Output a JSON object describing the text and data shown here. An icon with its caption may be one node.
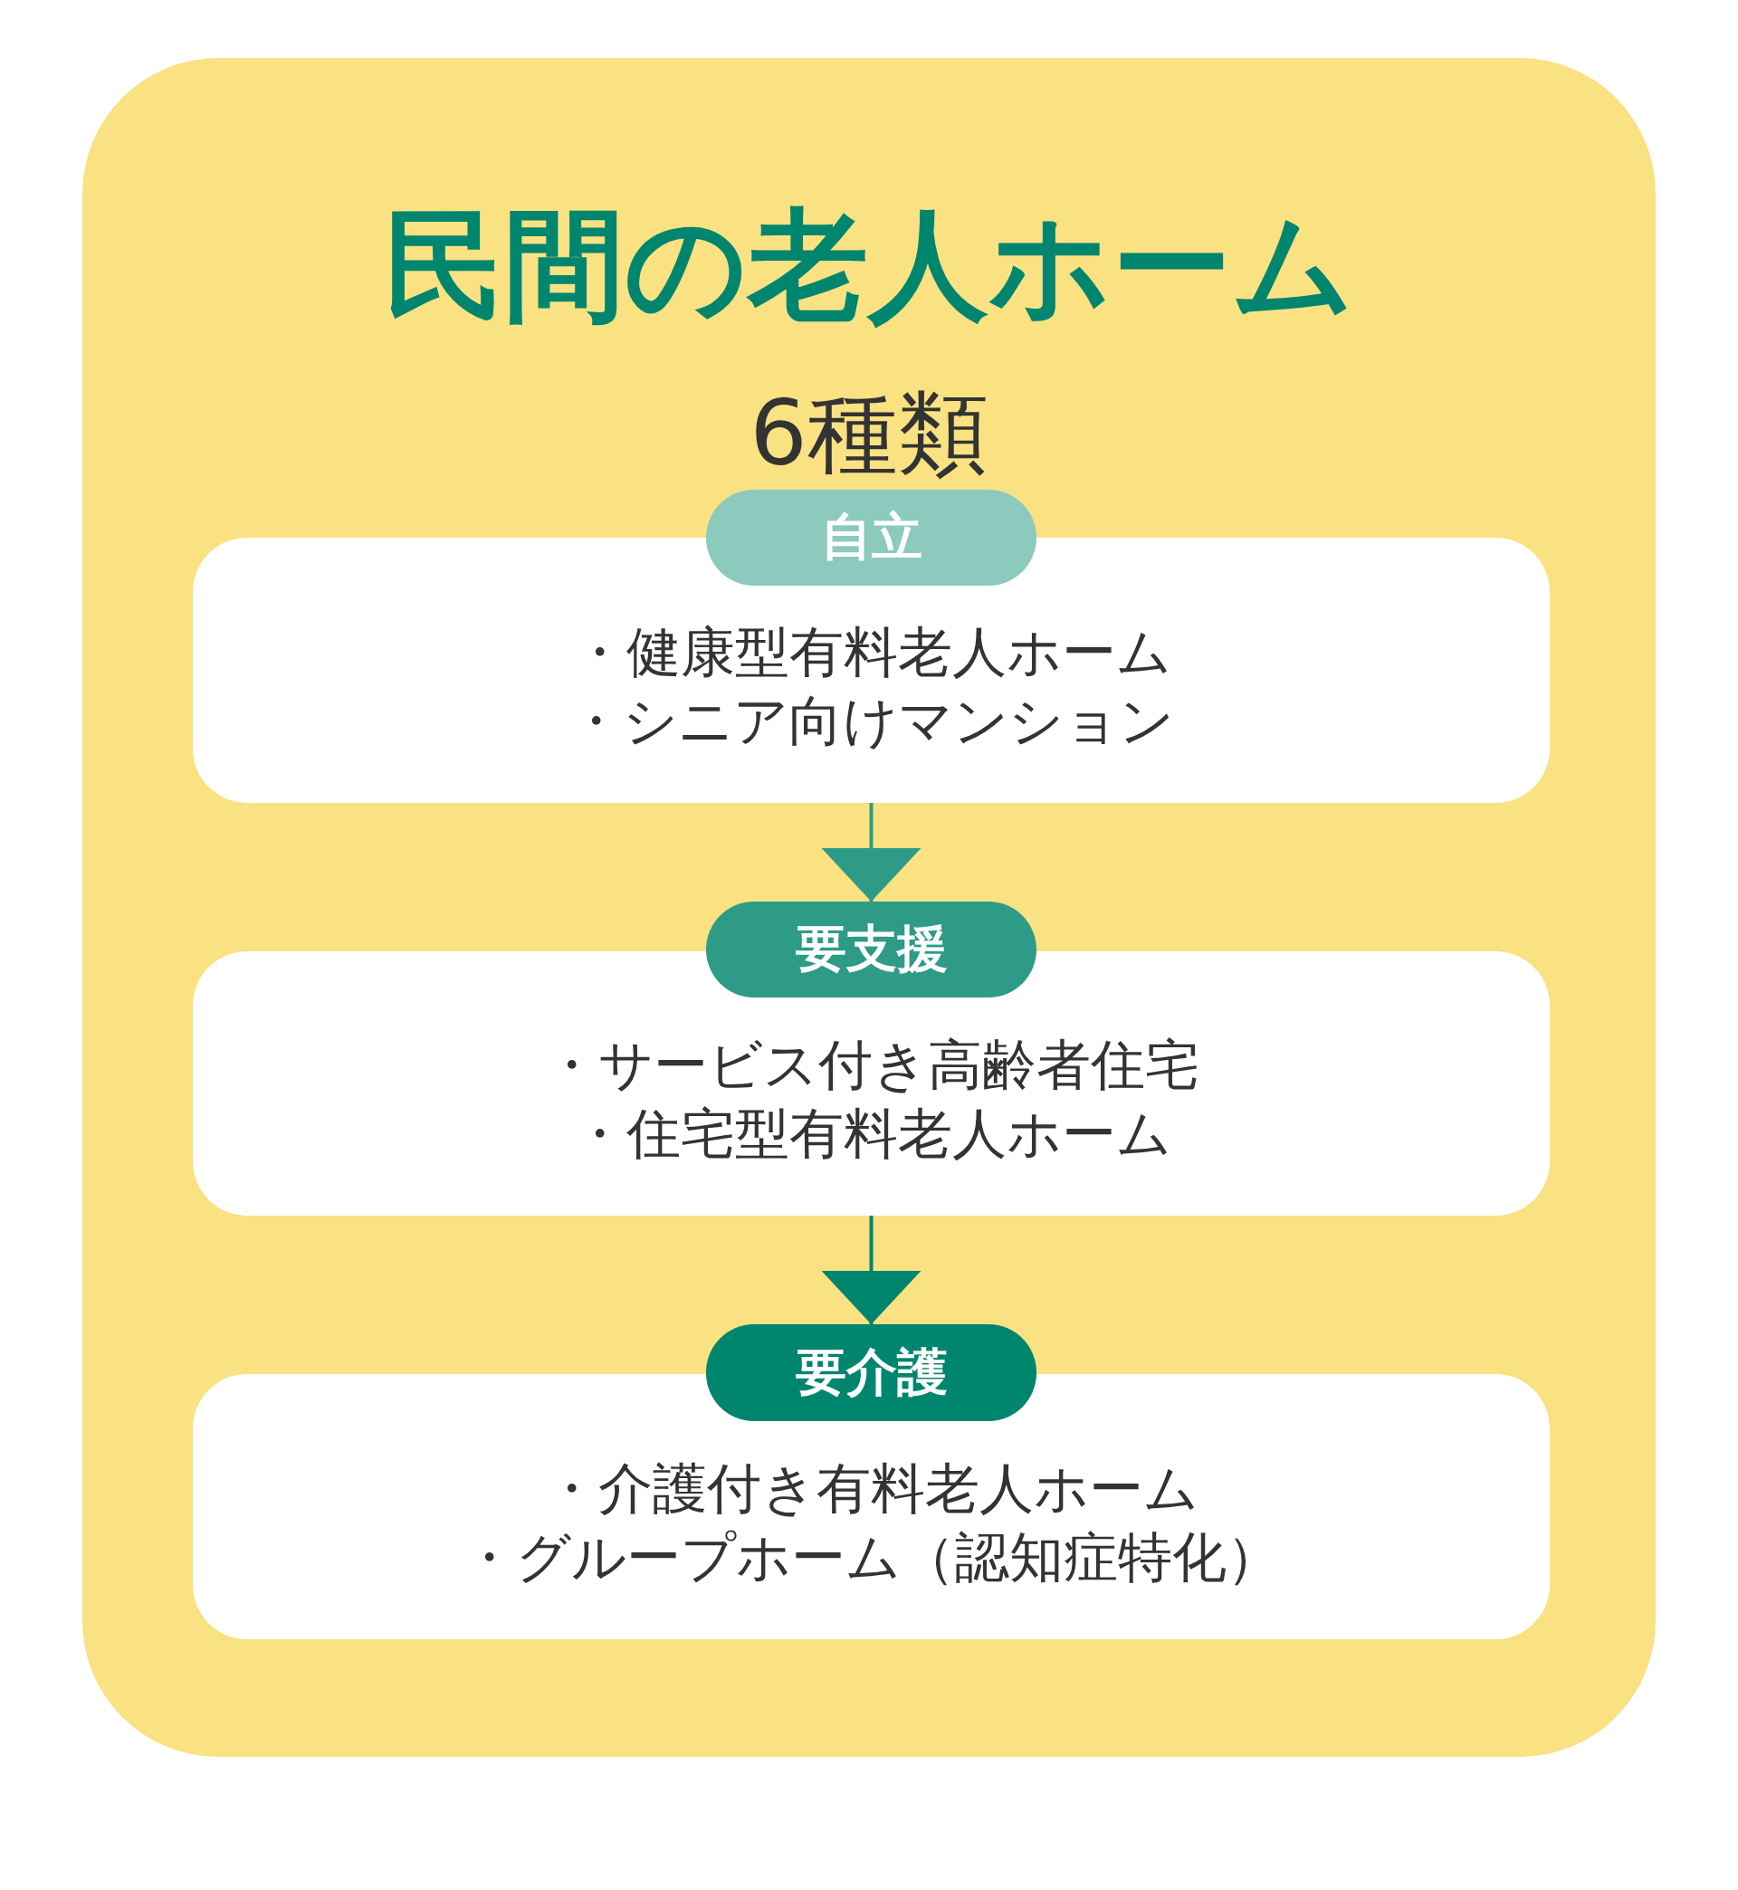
{
  "diagram": {
    "nodes": [
      {
        "text": [
          "民間の老人ホーム",
          "6種類"
        ]
      },
      {
        "text": [
          "自立"
        ],
        "in": 0
      },
      {
        "text": [
          "・健康型有料老人ホーム",
          "・シニア向けマンション"
        ],
        "in": 0
      },
      {
        "text": [
          "要支援"
        ],
        "in": 0
      },
      {
        "text": [
          "・サービス付き高齢者住宅",
          "・住宅型有料老人ホーム"
        ],
        "in": 0
      },
      {
        "text": [
          "要介護"
        ],
        "in": 0
      },
      {
        "text": [
          "・介護付き有料老人ホーム",
          "・グループホーム（認知症特化）"
        ],
        "in": 0
      }
    ],
    "edges": [
      {
        "from": 2,
        "to": 3,
        "arrow": "to",
        "color": "#2e9b87"
      },
      {
        "from": 4,
        "to": 5,
        "arrow": "to",
        "color": "#00856f"
      }
    ]
  }
}
